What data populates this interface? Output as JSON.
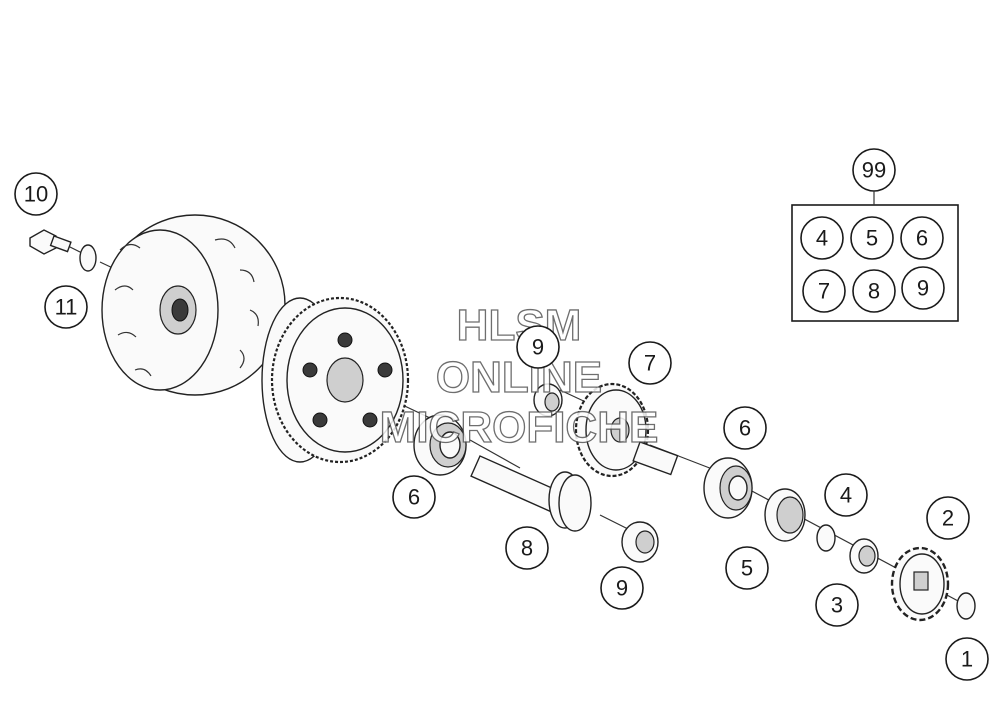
{
  "diagram": {
    "watermark": {
      "line1": "HLSM",
      "line2": "ONLINE",
      "line3": "MICROFICHE"
    },
    "kit": {
      "number": "99",
      "contents": [
        "4",
        "5",
        "6",
        "7",
        "8",
        "9"
      ]
    },
    "callouts": [
      "10",
      "11",
      "9",
      "7",
      "6",
      "6",
      "8",
      "9",
      "5",
      "4",
      "3",
      "2",
      "1"
    ],
    "colors": {
      "line": "#1a1a1a",
      "background": "#ffffff",
      "watermark_stroke": "#555555"
    }
  }
}
